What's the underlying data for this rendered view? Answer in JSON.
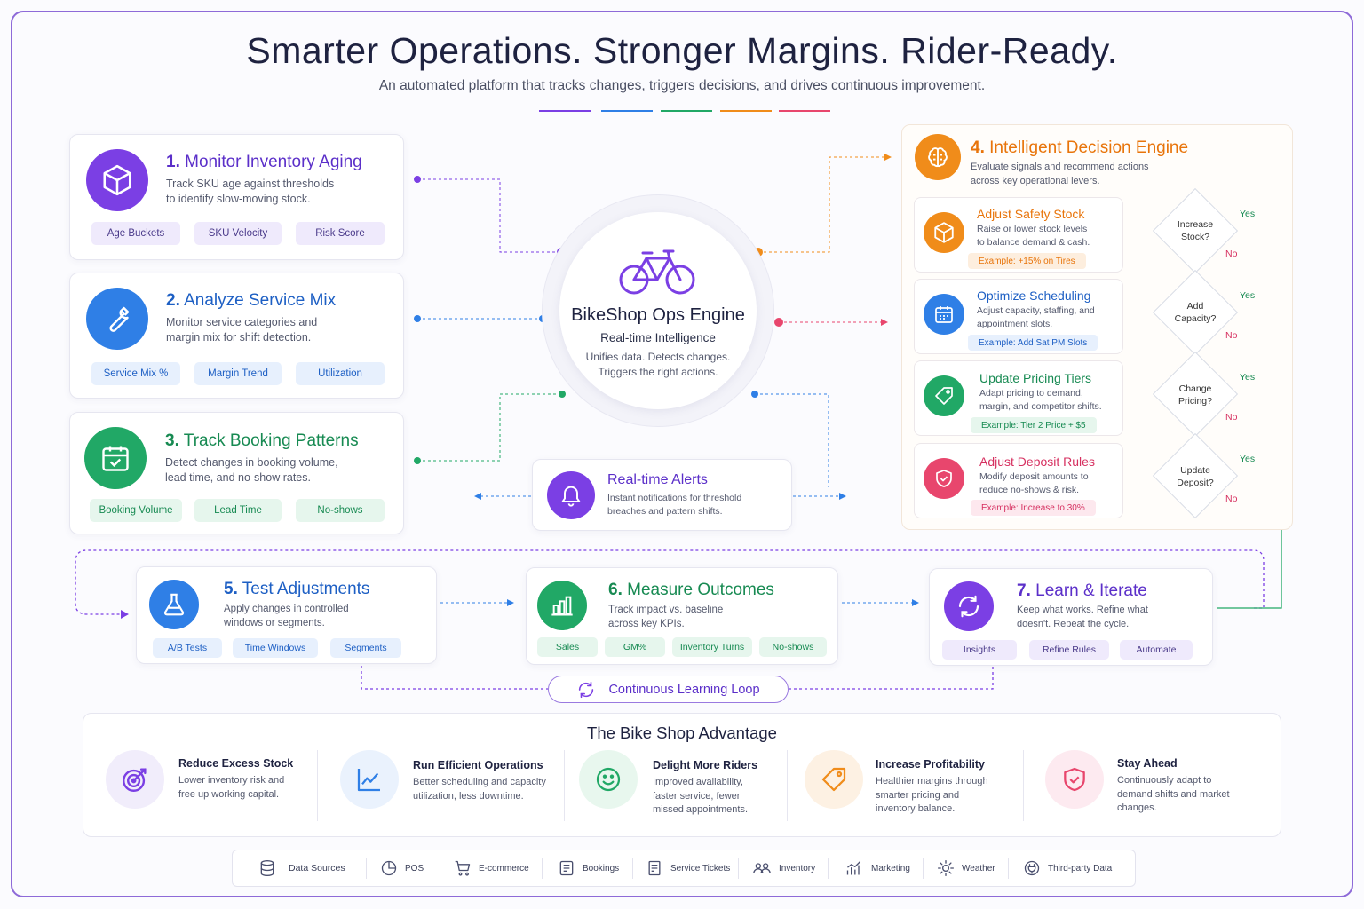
{
  "title": "Smarter Operations. Stronger Margins. Rider-Ready.",
  "subtitle": "An automated platform that tracks changes, triggers decisions, and drives continuous improvement.",
  "colors": {
    "purple": "#7b3fe4",
    "blue": "#2f7fe6",
    "green": "#21a866",
    "orange": "#f08c1a",
    "red": "#e8466d",
    "frame": "#8e6ad8"
  },
  "monitor": {
    "num": "1.",
    "title": "Monitor Inventory Aging",
    "desc1": "Track SKU age against thresholds",
    "desc2": "to identify slow-moving stock.",
    "pills": [
      "Age Buckets",
      "SKU Velocity",
      "Risk Score"
    ],
    "icon": "box-icon"
  },
  "analyze": {
    "num": "2.",
    "title": "Analyze Service Mix",
    "desc1": "Monitor service categories and",
    "desc2": "margin mix for shift detection.",
    "pills": [
      "Service Mix %",
      "Margin Trend",
      "Utilization"
    ],
    "icon": "wrench-icon"
  },
  "booking": {
    "num": "3.",
    "title": "Track Booking Patterns",
    "desc1": "Detect changes in booking volume,",
    "desc2": "lead time, and no-show rates.",
    "pills": [
      "Booking Volume",
      "Lead Time",
      "No-shows"
    ],
    "icon": "calendar-icon"
  },
  "engine": {
    "title": "BikeShop Ops Engine",
    "subtitle": "Real-time Intelligence",
    "desc1": "Unifies data. Detects changes.",
    "desc2": "Triggers the right actions.",
    "icon": "bicycle-icon"
  },
  "alerts": {
    "title": "Real-time Alerts",
    "desc1": "Instant notifications for threshold",
    "desc2": "breaches and pattern shifts.",
    "icon": "bell-icon"
  },
  "decision": {
    "num": "4.",
    "title": "Intelligent Decision Engine",
    "desc1": "Evaluate signals and recommend actions",
    "desc2": "across key operational levers.",
    "icon": "brain-icon",
    "actions": [
      {
        "title": "Adjust Safety Stock",
        "desc1": "Raise or lower stock levels",
        "desc2": "to balance demand & cash.",
        "example": "Example: +15% on Tires",
        "question1": "Increase",
        "question2": "Stock?",
        "yes": "Yes",
        "no": "No",
        "icon": "box-icon"
      },
      {
        "title": "Optimize Scheduling",
        "desc1": "Adjust capacity, staffing, and",
        "desc2": "appointment slots.",
        "example": "Example: Add Sat PM Slots",
        "question1": "Add",
        "question2": "Capacity?",
        "yes": "Yes",
        "no": "No",
        "icon": "schedule-icon"
      },
      {
        "title": "Update Pricing Tiers",
        "desc1": "Adapt pricing to demand,",
        "desc2": "margin, and competitor shifts.",
        "example": "Example: Tier 2 Price + $5",
        "question1": "Change",
        "question2": "Pricing?",
        "yes": "Yes",
        "no": "No",
        "icon": "tag-icon"
      },
      {
        "title": "Adjust Deposit Rules",
        "desc1": "Modify deposit amounts to",
        "desc2": "reduce no-shows & risk.",
        "example": "Example: Increase to 30%",
        "question1": "Update",
        "question2": "Deposit?",
        "yes": "Yes",
        "no": "No",
        "icon": "shield-icon"
      }
    ]
  },
  "test": {
    "num": "5.",
    "title": "Test Adjustments",
    "desc1": "Apply changes in controlled",
    "desc2": "windows or segments.",
    "pills": [
      "A/B Tests",
      "Time Windows",
      "Segments"
    ],
    "icon": "flask-icon"
  },
  "measure": {
    "num": "6.",
    "title": "Measure Outcomes",
    "desc1": "Track impact vs. baseline",
    "desc2": "across key KPIs.",
    "pills": [
      "Sales",
      "GM%",
      "Inventory Turns",
      "No-shows"
    ],
    "icon": "bar-chart-icon"
  },
  "learn": {
    "num": "7.",
    "title": "Learn & Iterate",
    "desc1": "Keep what works. Refine what",
    "desc2": "doesn't. Repeat the cycle.",
    "pills": [
      "Insights",
      "Refine Rules",
      "Automate"
    ],
    "icon": "refresh-icon"
  },
  "loop_label": "Continuous Learning Loop",
  "advantage": {
    "title": "The Bike Shop Advantage",
    "items": [
      {
        "title": "Reduce Excess Stock",
        "desc": [
          "Lower inventory risk and",
          "free up working capital."
        ],
        "icon": "target-icon"
      },
      {
        "title": "Run Efficient Operations",
        "desc": [
          "Better scheduling and capacity",
          "utilization, less downtime."
        ],
        "icon": "line-chart-icon"
      },
      {
        "title": "Delight More Riders",
        "desc": [
          "Improved availability,",
          "faster service, fewer",
          "missed appointments."
        ],
        "icon": "smile-icon"
      },
      {
        "title": "Increase Profitability",
        "desc": [
          "Healthier margins through",
          "smarter pricing and",
          "inventory balance."
        ],
        "icon": "tag-icon"
      },
      {
        "title": "Stay Ahead",
        "desc": [
          "Continuously adapt to",
          "demand shifts and market",
          "changes."
        ],
        "icon": "shield-check-icon"
      }
    ]
  },
  "sources": [
    {
      "label": "Data Sources",
      "icon": "database-icon"
    },
    {
      "label": "POS",
      "icon": "pos-icon"
    },
    {
      "label": "E-commerce",
      "icon": "cart-icon"
    },
    {
      "label": "Bookings",
      "icon": "book-icon"
    },
    {
      "label": "Service Tickets",
      "icon": "ticket-icon"
    },
    {
      "label": "Inventory",
      "icon": "inventory-icon"
    },
    {
      "label": "Marketing",
      "icon": "marketing-icon"
    },
    {
      "label": "Weather",
      "icon": "sun-icon"
    },
    {
      "label": "Third-party Data",
      "icon": "plug-icon"
    }
  ]
}
